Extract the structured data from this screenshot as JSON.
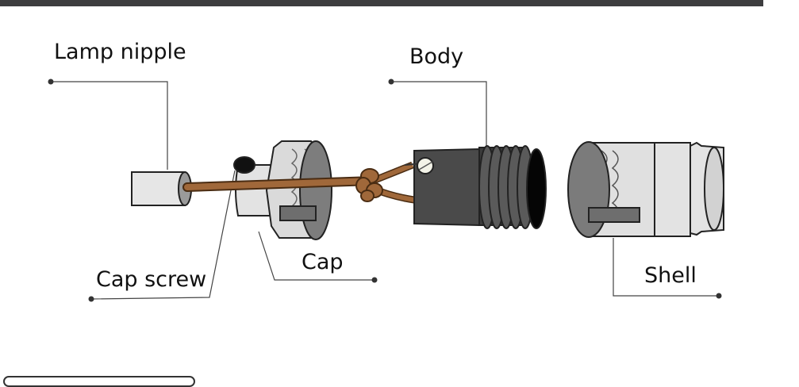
{
  "labels": {
    "lamp_nipple": "Lamp nipple",
    "body": "Body",
    "cap": "Cap",
    "cap_screw": "Cap screw",
    "shell": "Shell"
  },
  "colors": {
    "header_bar": "#3d3d3f",
    "cord": "#a0683a",
    "metal_light": "#d9d9d9",
    "metal_dark": "#3e3e3e",
    "leader_line": "#333333"
  }
}
